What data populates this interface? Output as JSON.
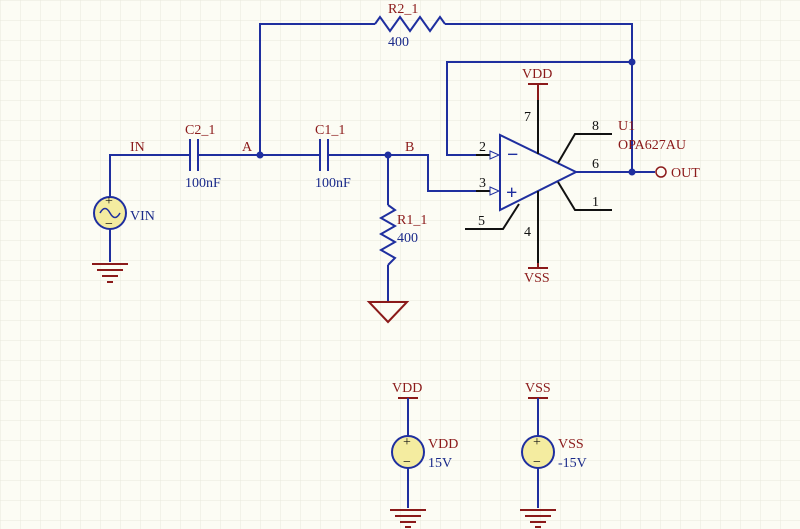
{
  "colors": {
    "background": "#fcfcf4",
    "grid": "#e8e8dc",
    "wire": "#1f2f9f",
    "net_label": "#8b1a1a",
    "component_value": "#1a2a8a",
    "pin_number": "#111111",
    "source_fill": "#f4eca0"
  },
  "nets": {
    "in": "IN",
    "a": "A",
    "b": "B",
    "out": "OUT"
  },
  "components": {
    "r2": {
      "designator": "R2_1",
      "value": "400"
    },
    "r1": {
      "designator": "R1_1",
      "value": "400"
    },
    "c2": {
      "designator": "C2_1",
      "value": "100nF"
    },
    "c1": {
      "designator": "C1_1",
      "value": "100nF"
    },
    "vin": {
      "designator": "VIN"
    },
    "u1": {
      "designator": "U1",
      "part": "OPA627AU",
      "pins": {
        "p1": "1",
        "p2": "2",
        "p3": "3",
        "p4": "4",
        "p5": "5",
        "p6": "6",
        "p7": "7",
        "p8": "8"
      }
    },
    "vdd_source": {
      "designator": "VDD",
      "value": "15V",
      "rail": "VDD"
    },
    "vss_source": {
      "designator": "VSS",
      "value": "-15V",
      "rail": "VSS"
    }
  },
  "power_ports": {
    "u1_top": "VDD",
    "u1_bottom": "VSS"
  },
  "source_symbols": {
    "plus": "+",
    "minus": "−"
  },
  "opamp_symbols": {
    "inverting": "−",
    "noninverting": "+"
  }
}
